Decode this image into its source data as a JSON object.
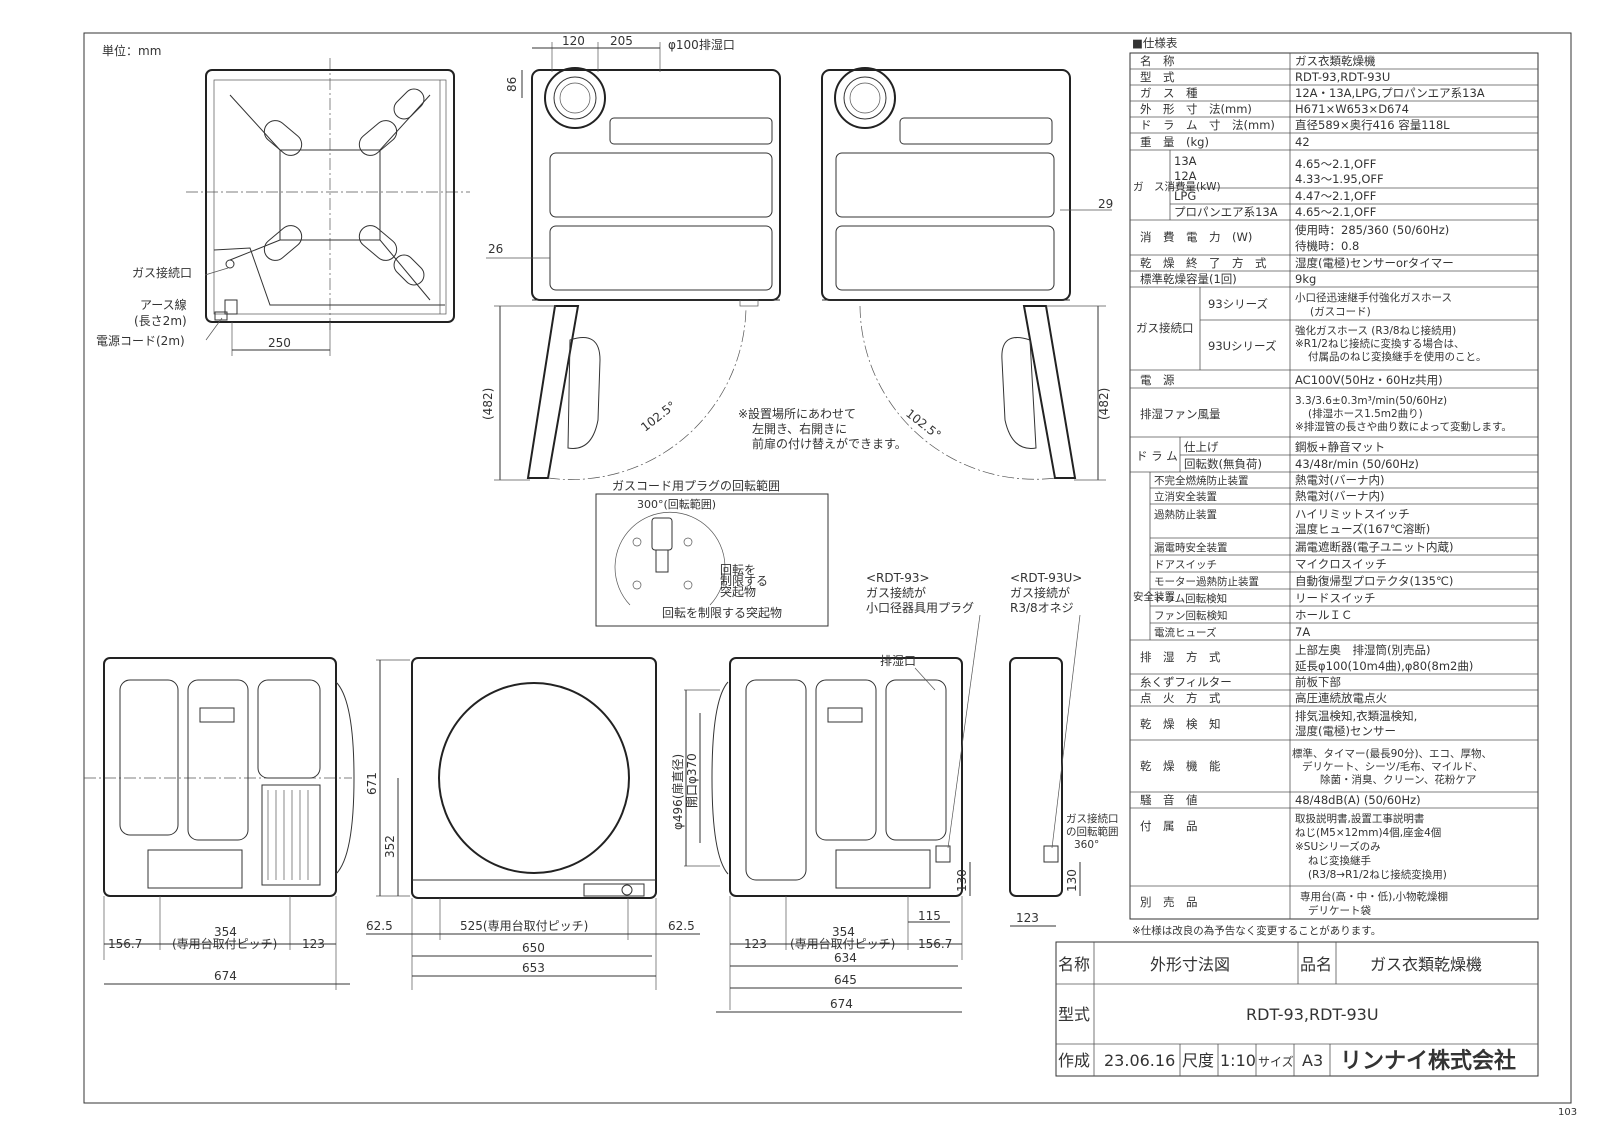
{
  "unit_label": "単位：mm",
  "page_number": "103",
  "spec_title": "■仕様表",
  "spec": {
    "r0": {
      "k": "名　称",
      "v": "ガス衣類乾燥機"
    },
    "r1": {
      "k": "型　式",
      "v": "RDT-93,RDT-93U"
    },
    "r2": {
      "k": "ガ　ス　種",
      "v": "12A・13A,LPG,プロパンエア系13A"
    },
    "r3": {
      "k": "外　形　寸　法(mm)",
      "v": "H671×W653×D674"
    },
    "r4": {
      "k": "ド　ラ　ム　寸　法(mm)",
      "v": "直径589×奥行416 容量118L"
    },
    "r5": {
      "k": "重　量　(kg)",
      "v": "42"
    },
    "gas_group": "ガ　ス消費量(kW)",
    "g0": {
      "k": "13A",
      "v": "4.65～2.1,OFF"
    },
    "g0b": {
      "k": "12A",
      "v": "4.33～1.95,OFF"
    },
    "g1": {
      "k": "LPG",
      "v": "4.47～2.1,OFF"
    },
    "g2": {
      "k": "プロパンエア系13A",
      "v": "4.65～2.1,OFF"
    },
    "r6": {
      "k": "消　費　電　力　(W)",
      "v": "使用時：285/360 (50/60Hz)",
      "v2": "待機時：0.8"
    },
    "r7": {
      "k": "乾　燥　終　了　方　式",
      "v": "湿度(電極)センサーorタイマー"
    },
    "r8": {
      "k": "標準乾燥容量(1回)",
      "v": "9kg"
    },
    "conn_group": "ガス接続口",
    "c0": {
      "k": "93シリーズ",
      "v": "小口径迅速継手付強化ガスホース",
      "v2": "(ガスコード)"
    },
    "c1": {
      "k": "93Uシリーズ",
      "v": "強化ガスホース (R3/8ねじ接続用)",
      "v2": "※R1/2ねじ接続に変換する場合は、",
      "v3": "付属品のねじ変換継手を使用のこと。"
    },
    "r9": {
      "k": "電　源",
      "v": "AC100V(50Hz・60Hz共用)"
    },
    "r10": {
      "k": "排湿ファン風量",
      "v": "3.3/3.6±0.3m³/min(50/60Hz)",
      "v2": "(排湿ホース1.5m2曲り)",
      "v3": "※排湿管の長さや曲り数によって変動します。"
    },
    "drum_group": "ド ラ ム",
    "d0": {
      "k": "仕上げ",
      "v": "鋼板+静音マット"
    },
    "d1": {
      "k": "回転数(無負荷)",
      "v": "43/48r/min (50/60Hz)"
    },
    "safety_group": "安全装置",
    "s0": {
      "k": "不完全燃焼防止装置",
      "v": "熱電対(バーナ内)"
    },
    "s1": {
      "k": "立消安全装置",
      "v": "熱電対(バーナ内)"
    },
    "s2": {
      "k": "過熱防止装置",
      "v": "ハイリミットスイッチ",
      "v2": "温度ヒューズ(167℃溶断)"
    },
    "s3": {
      "k": "漏電時安全装置",
      "v": "漏電遮断器(電子ユニット内蔵)"
    },
    "s4": {
      "k": "ドアスイッチ",
      "v": "マイクロスイッチ"
    },
    "s5": {
      "k": "モーター過熱防止装置",
      "v": "自動復帰型プロテクタ(135℃)"
    },
    "s6": {
      "k": "ドラム回転検知",
      "v": "リードスイッチ"
    },
    "s7": {
      "k": "ファン回転検知",
      "v": "ホールＩＣ"
    },
    "s8": {
      "k": "電流ヒューズ",
      "v": "7A"
    },
    "r11": {
      "k": "排　湿　方　式",
      "v": "上部左奥　排湿筒(別売品)",
      "v2": "延長φ100(10m4曲),φ80(8m2曲)"
    },
    "r12": {
      "k": "糸くずフィルター",
      "v": "前板下部"
    },
    "r13": {
      "k": "点　火　方　式",
      "v": "高圧連続放電点火"
    },
    "r14": {
      "k": "乾　燥　検　知",
      "v": "排気温検知,衣類温検知,",
      "v2": "湿度(電極)センサー"
    },
    "r15": {
      "k": "乾　燥　機　能",
      "v": "標準、タイマー(最長90分)、エコ、厚物、",
      "v2": "デリケート、シーツ/毛布、マイルド、",
      "v3": "除菌・消臭、クリーン、花粉ケア"
    },
    "r16": {
      "k": "騒　音　値",
      "v": "48/48dB(A) (50/60Hz)"
    },
    "r17": {
      "k": "付　属　品",
      "v": "取扱説明書,設置工事説明書",
      "v2": "ねじ(M5×12mm)4個,座金4個",
      "v3": "※SUシリーズのみ",
      "v4": "ねじ変換継手",
      "v5": "(R3/8→R1/2ねじ接続変換用)"
    },
    "r18": {
      "k": "別　売　品",
      "v": "専用台(高・中・低),小物乾燥棚",
      "v2": "デリケート袋"
    },
    "note": "※仕様は改良の為予告なく変更することがあります。"
  },
  "title_block": {
    "name_label": "名称",
    "name_value": "外形寸法図",
    "product_label": "品名",
    "product_value": "ガス衣類乾燥機",
    "model_label": "型式",
    "model_value": "RDT-93,RDT-93U",
    "made_label": "作成",
    "date": "23.06.16",
    "scale_label": "尺度",
    "scale": "1:10",
    "size_label": "サイズ",
    "size": "A3",
    "company": "リンナイ株式会社"
  },
  "labels": {
    "gas_inlet": "ガス接続口",
    "earth1": "アース線",
    "earth2": "(長さ2m)",
    "power": "電源コード(2m)",
    "exhaust_port": "φ100排湿口",
    "door_note1": "※設置場所にあわせて",
    "door_note2": "左開き、右開きに",
    "door_note3": "前扉の付け替えができます。",
    "plug_title": "ガスコード用プラグの回転範囲",
    "plug_range": "300°(回転範囲)",
    "plug_stop1": "回転を",
    "plug_stop2": "制限する",
    "plug_stop3": "突起物",
    "plug_stop4": "回転を制限する突起物",
    "rdt93": "<RDT-93>",
    "rdt93_1": "ガス接続が",
    "rdt93_2": "小口径器具用プラグ",
    "rdt93u": "<RDT-93U>",
    "rdt93u_1": "ガス接続が",
    "rdt93u_2": "R3/8オネジ",
    "exhaust": "排湿口",
    "gas_range1": "ガス接続口",
    "gas_range2": "の回転範囲",
    "gas_range3": "360°",
    "door_diam": "φ496(扉直径)",
    "opening": "開口φ370"
  },
  "dims": {
    "d250": "250",
    "d120": "120",
    "d205": "205",
    "d86": "86",
    "d26": "26",
    "d29": "29",
    "d482": "(482)",
    "d482b": "(482)",
    "a1025": "102.5°",
    "a1025b": "102.5°",
    "d354": "354",
    "d354b": "354",
    "pitch": "(専用台取付ピッチ)",
    "pitch2": "(専用台取付ピッチ)",
    "d1567": "156.7",
    "d1567b": "156.7",
    "d123": "123",
    "d123b": "123",
    "d123c": "123",
    "d674": "674",
    "d674b": "674",
    "d671": "671",
    "d352": "352",
    "d625": "62.5",
    "d625b": "62.5",
    "d525": "525(専用台取付ピッチ)",
    "d650": "650",
    "d653": "653",
    "d634": "634",
    "d645": "645",
    "d115": "115",
    "d130": "130",
    "d130b": "130"
  }
}
